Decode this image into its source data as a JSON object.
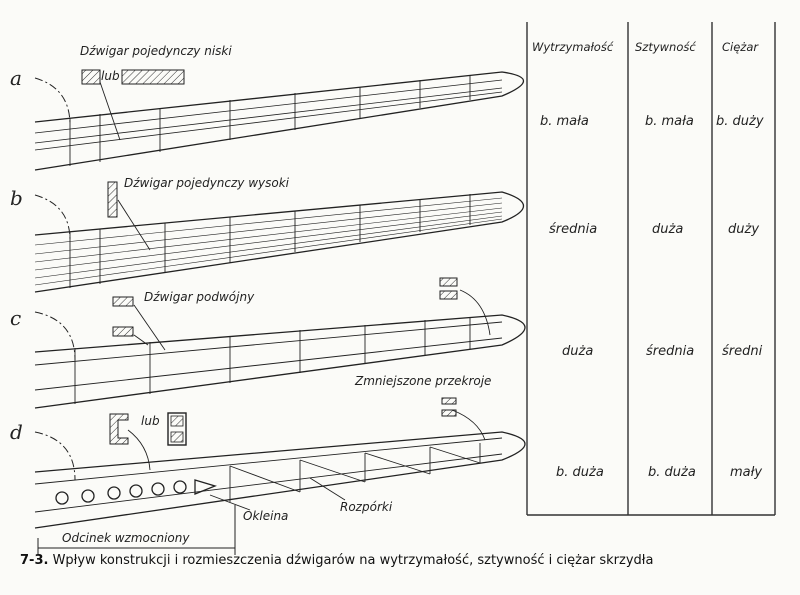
{
  "rows": [
    {
      "letter": "a",
      "label": "Dźwigar pojedynczy niski",
      "lub": "lub",
      "wytrzymalosc": "b. mała",
      "sztywnosc": "b. mała",
      "ciezar": "b. duży"
    },
    {
      "letter": "b",
      "label": "Dźwigar pojedynczy wysoki",
      "wytrzymalosc": "średnia",
      "sztywnosc": "duża",
      "ciezar": "duży"
    },
    {
      "letter": "c",
      "label": "Dźwigar podwójny",
      "wytrzymalosc": "duża",
      "sztywnosc": "średnia",
      "ciezar": "średni"
    },
    {
      "letter": "d",
      "label": "Zmniejszone przekroje",
      "lub": "lub",
      "wytrzymalosc": "b. duża",
      "sztywnosc": "b. duża",
      "ciezar": "mały"
    }
  ],
  "table": {
    "headers": [
      "Wytrzymałość",
      "Sztywność",
      "Ciężar"
    ]
  },
  "annotations": {
    "okleina": "Okleina",
    "rozparki": "Rozpórki",
    "odcinek": "Odcinek wzmocniony"
  },
  "caption": {
    "number": "7-3.",
    "text": "Wpływ konstrukcji i rozmieszczenia dźwigarów na wytrzymałość, sztywność i ciężar skrzydła"
  }
}
